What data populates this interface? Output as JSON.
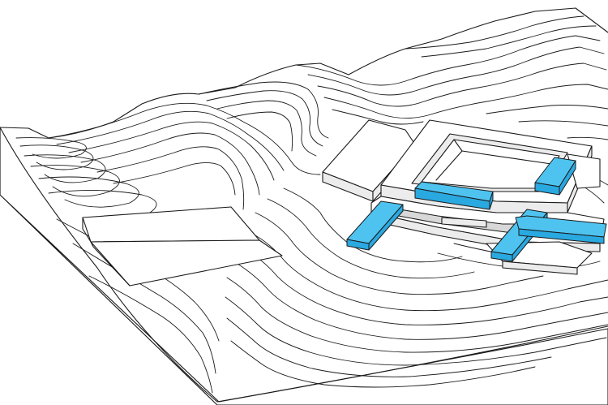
{
  "diagram": {
    "kind": "axonometric site model with topographic contour lines",
    "highlighted_volume_count": 5,
    "colors": {
      "background": "#ffffff",
      "linework": "#1a1a1a",
      "highlight_top": "#4fc3f0",
      "highlight_side": "#2aa9e0"
    },
    "highlighted_volumes": [
      {
        "id": "west-wing-bar"
      },
      {
        "id": "courtyard-south-bar"
      },
      {
        "id": "courtyard-east-bar"
      },
      {
        "id": "cross-arm-long"
      },
      {
        "id": "cross-arm-short"
      }
    ]
  }
}
